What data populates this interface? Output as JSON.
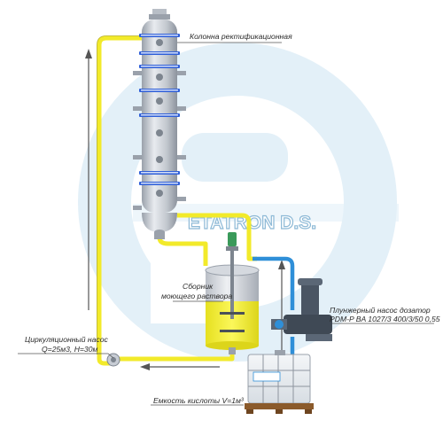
{
  "brand": {
    "text": "ETATRON D.S."
  },
  "labels": {
    "column": "Колонна ректификационная",
    "collector_line1": "Сборник",
    "collector_line2": "моющего раствора",
    "pump_line1": "Плунжерный насос дозатор",
    "pump_line2": "PDM-P BA 1027/3 400/3/50 0,55",
    "circ_line1": "Циркуляционный насос",
    "circ_line2": "Q=25м3, H=30м",
    "tank": "Емкость кислоты V=1м³"
  },
  "colors": {
    "pipe_yellow": "#f2ea2a",
    "pipe_blue": "#2f8fd8",
    "liquid": "#f3f03a",
    "steel": "#c7ccd4",
    "watermark": "#dcecf6"
  }
}
